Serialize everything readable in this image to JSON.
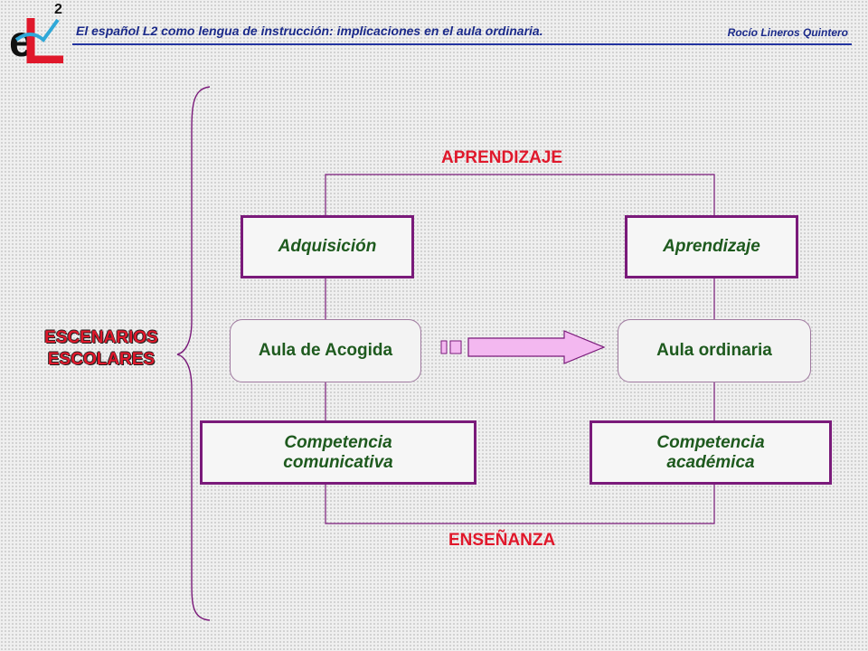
{
  "header": {
    "title": "El español L2 como lengua de instrucción: implicaciones en el aula ordinaria.",
    "author": "Rocío Lineros Quintero",
    "logo_superscript": "2",
    "logo_letters": "eL"
  },
  "diagram": {
    "top_label": "APRENDIZAJE",
    "bottom_label": "ENSEÑANZA",
    "side_label_line1": "ESCENARIOS",
    "side_label_line2": "ESCOLARES",
    "left_column": {
      "top": "Adquisición",
      "middle": "Aula de Acogida",
      "bottom_line1": "Competencia",
      "bottom_line2": "comunicativa"
    },
    "right_column": {
      "top": "Aprendizaje",
      "middle": "Aula ordinaria",
      "bottom_line1": "Competencia",
      "bottom_line2": "académica"
    }
  },
  "colors": {
    "accent_red": "#e0182b",
    "box_border": "#7a1a7a",
    "box_text": "#1e5a1e",
    "header_blue": "#1b2a8a",
    "arrow_fill": "#f3b8f0"
  }
}
